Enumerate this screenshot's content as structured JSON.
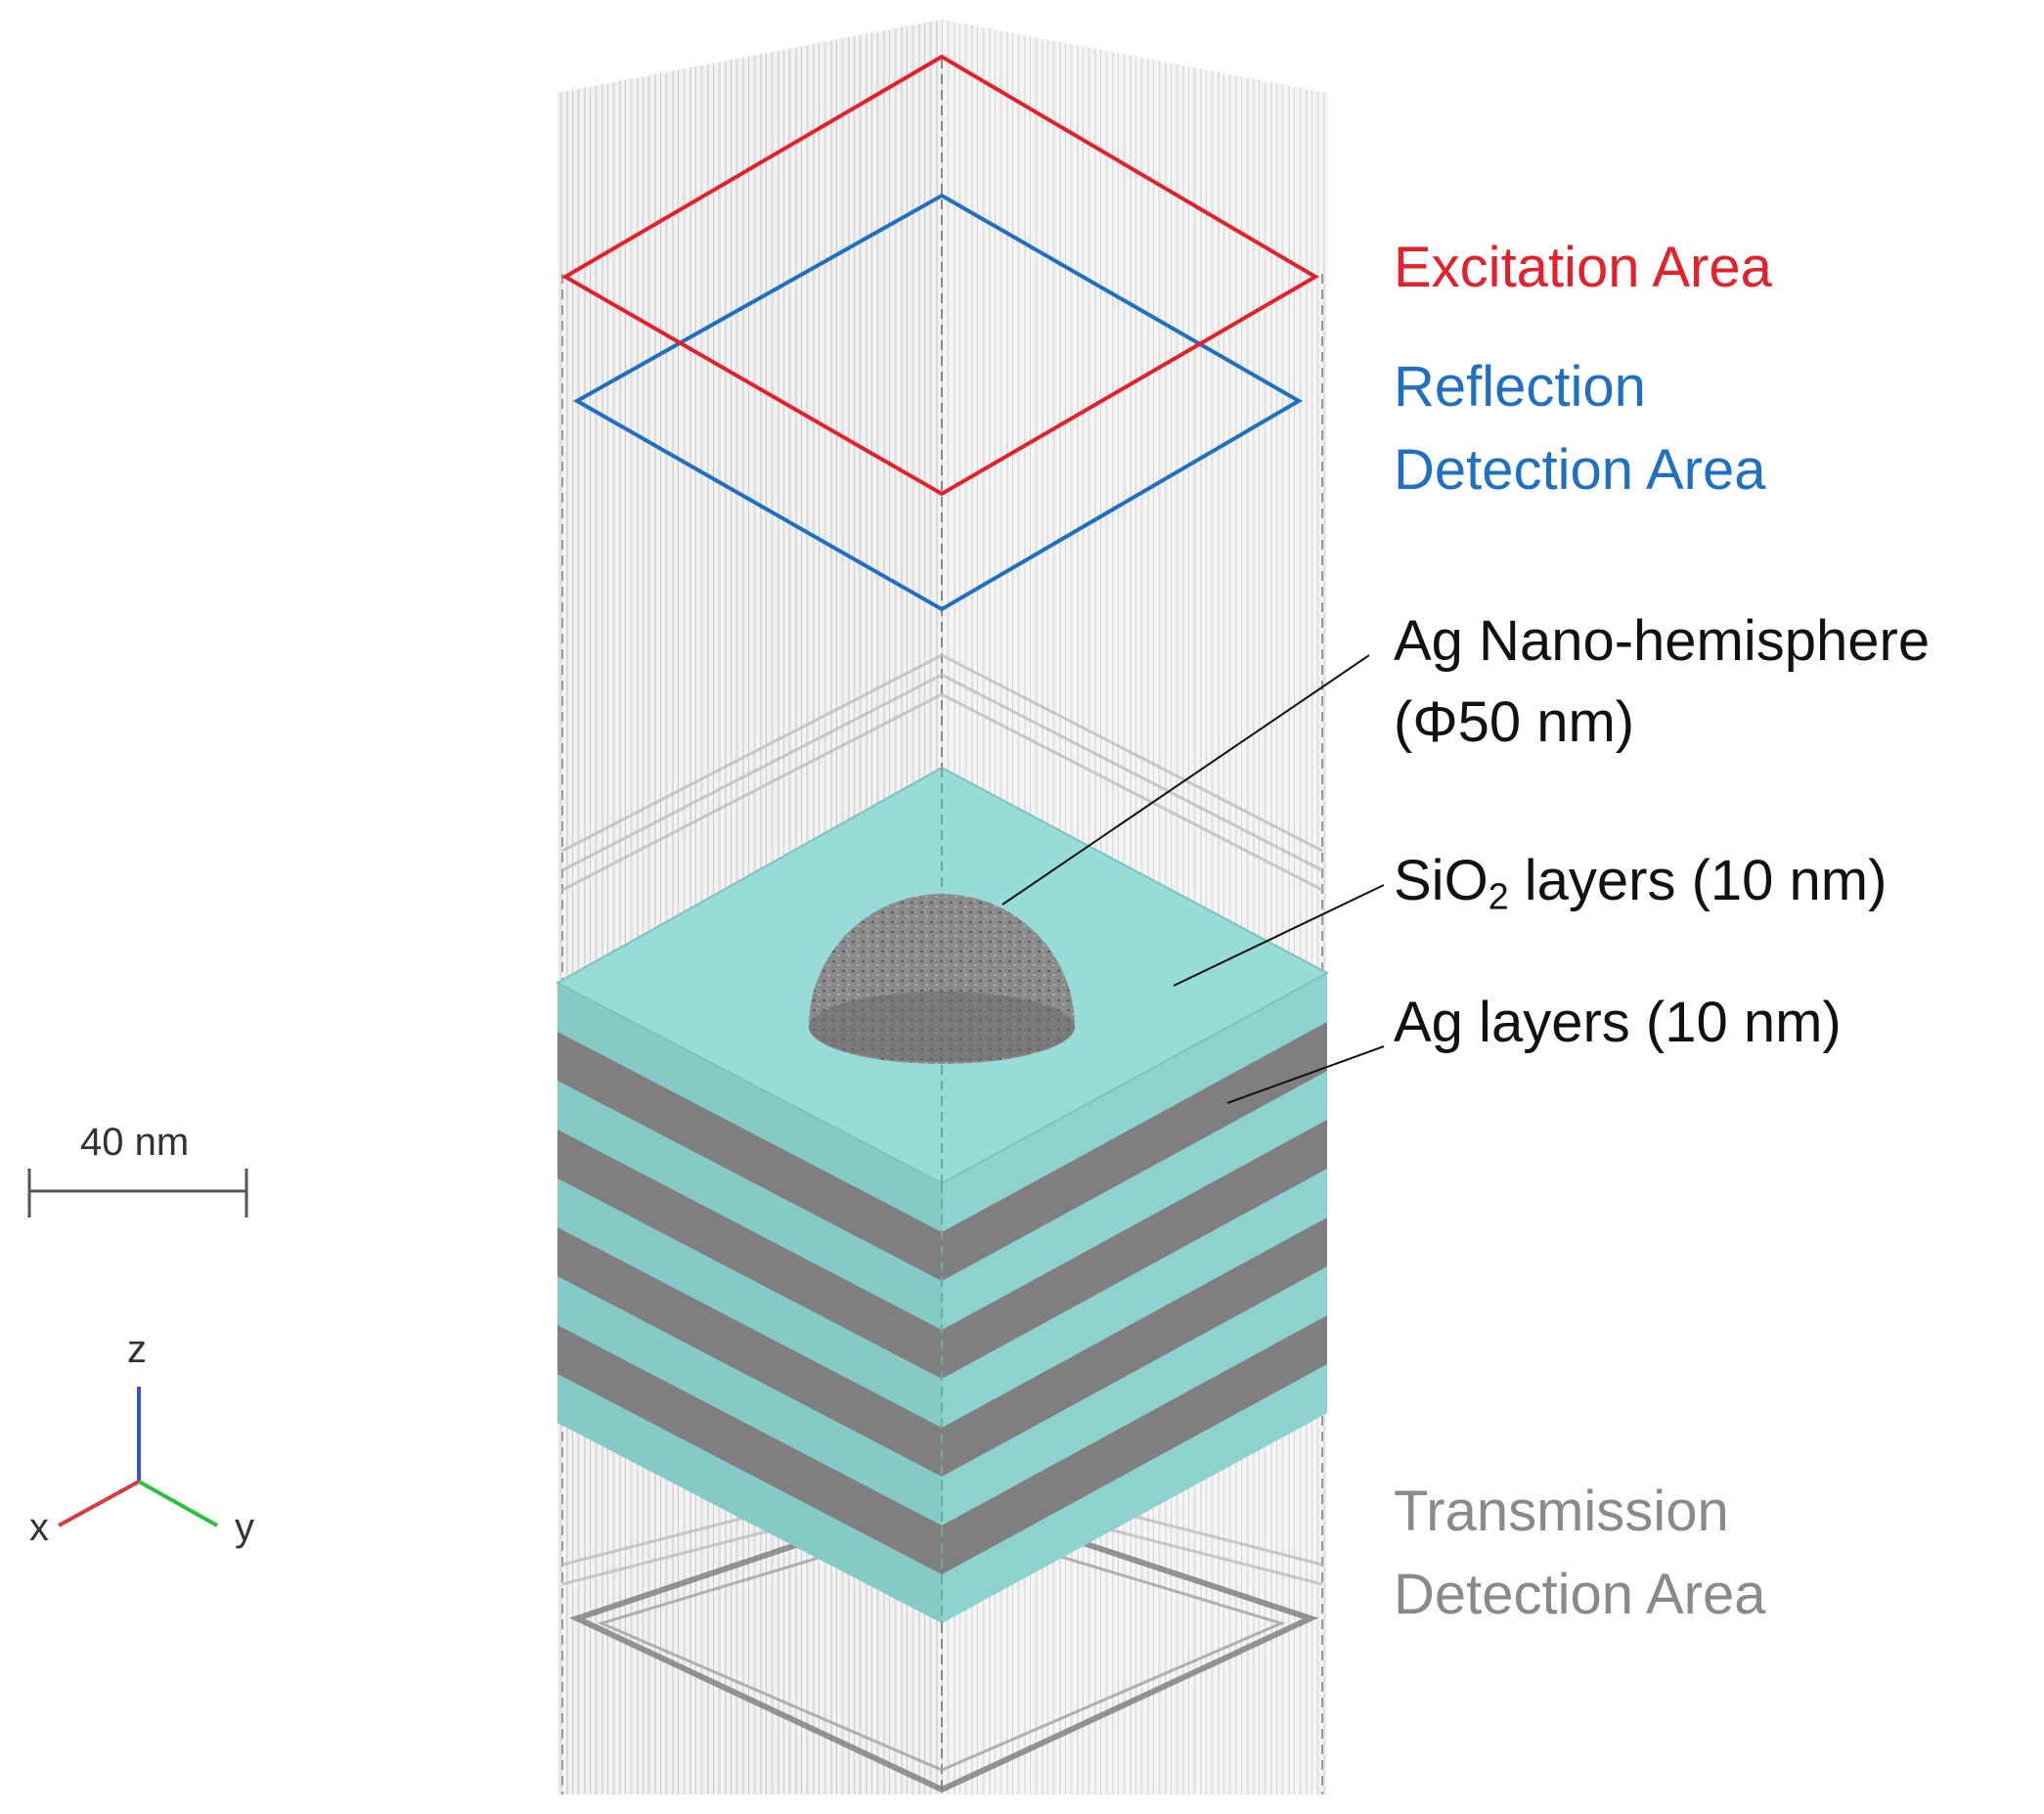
{
  "labels": {
    "excitation": "Excitation Area",
    "reflection_1": "Reflection",
    "reflection_2": "Detection Area",
    "hemisphere_1": "Ag Nano-hemisphere",
    "hemisphere_2": "(Φ50 nm)",
    "sio2_pre": "SiO",
    "sio2_sub": "2",
    "sio2_post": " layers (10 nm)",
    "ag_layers": "Ag layers (10 nm)",
    "transmission_1": "Transmission",
    "transmission_2": "Detection Area"
  },
  "scale_bar": {
    "label": "40 nm"
  },
  "axes": {
    "z": "z",
    "x": "x",
    "y": "y"
  },
  "colors": {
    "excitation": "#e4202a",
    "reflection": "#1f6fc2",
    "transmission": "#8a8a8a",
    "sio2": "#8fd3d1",
    "ag": "#7d7d7d",
    "axis_z": "#3b4fd8",
    "axis_x": "#d83b3b",
    "axis_y": "#2fbf3a"
  }
}
